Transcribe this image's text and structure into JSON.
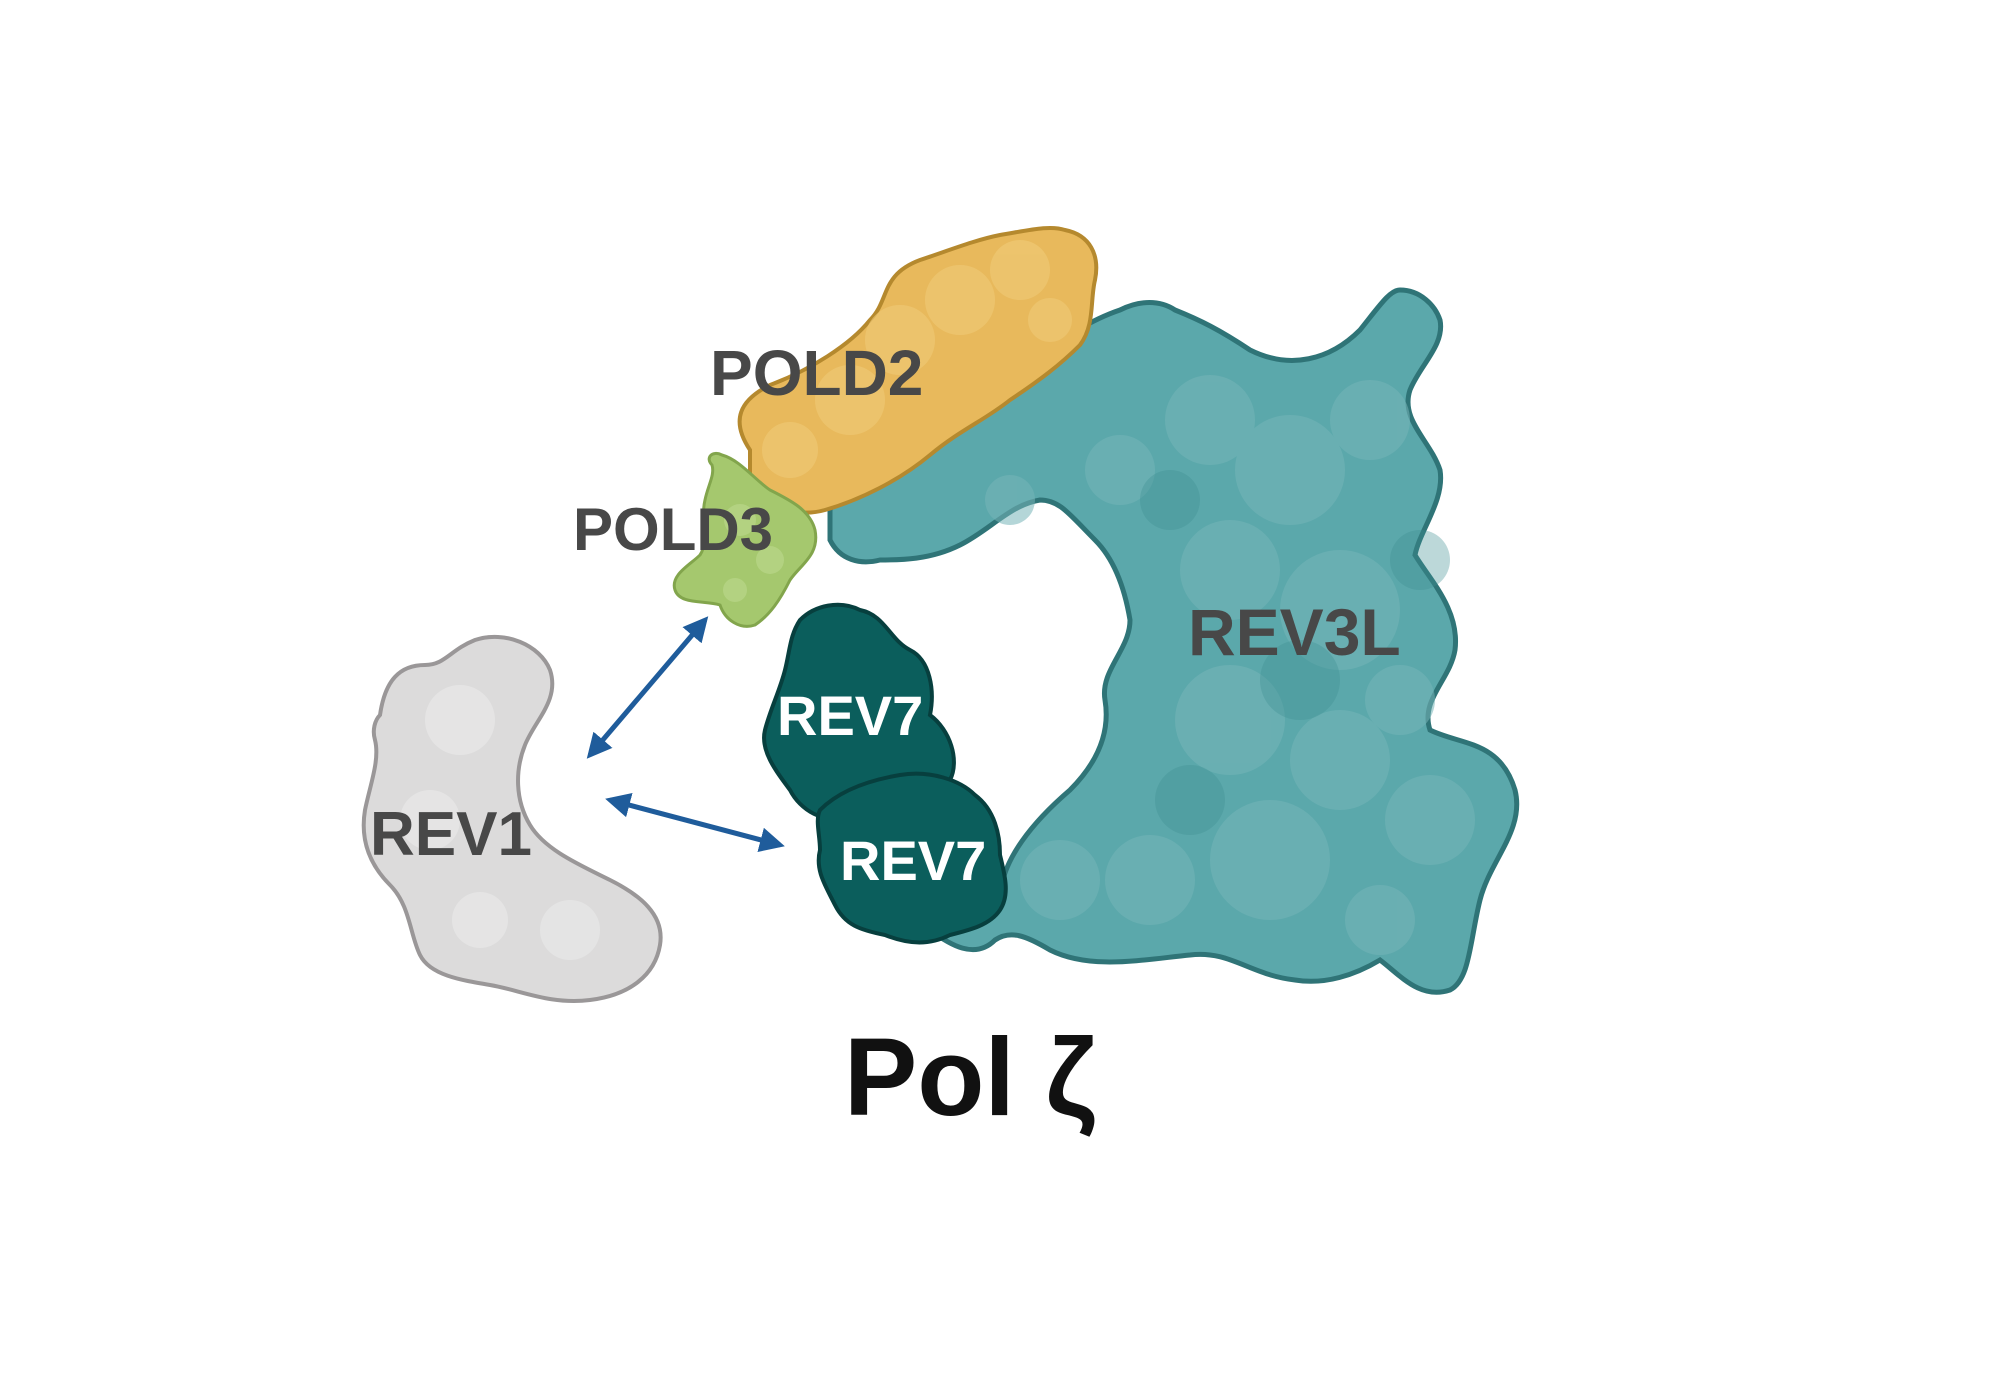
{
  "diagram": {
    "caption": "Pol ζ",
    "proteins": {
      "pold2": {
        "label": "POLD2",
        "fill": "#E8B95C",
        "stroke": "#B5892E"
      },
      "pold3": {
        "label": "POLD3",
        "fill": "#A5C86E",
        "stroke": "#82A54C"
      },
      "rev3l": {
        "label": "REV3L",
        "fill": "#5BA8AB",
        "stroke": "#2F7477"
      },
      "rev7_top": {
        "label": "REV7",
        "fill": "#0B5E5C",
        "stroke": "#073F3E"
      },
      "rev7_bottom": {
        "label": "REV7",
        "fill": "#0B5E5C",
        "stroke": "#073F3E"
      },
      "rev1": {
        "label": "REV1",
        "fill": "#DCDBDB",
        "stroke": "#9A9798"
      }
    },
    "colors": {
      "label_dark": "#484848",
      "label_light": "#FFFFFF",
      "arrow": "#1F5C9B",
      "caption": "#111111"
    }
  }
}
